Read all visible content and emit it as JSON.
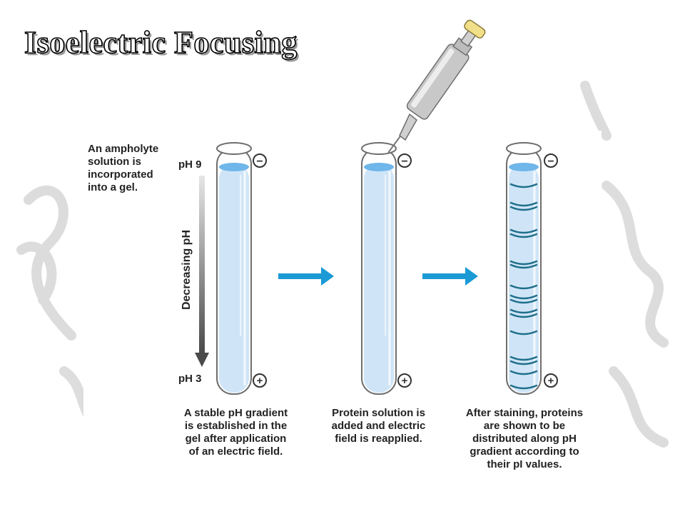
{
  "title": "Isoelectric Focusing",
  "labels": {
    "ampholyte": "An ampholyte\nsolution is\nincorporated\ninto a gel.",
    "ph_top": "pH 9",
    "ph_bottom": "pH 3",
    "decreasing": "Decreasing pH",
    "caption_1": "A stable pH gradient\nis established in the\ngel after application\nof an electric field.",
    "caption_2": "Protein solution is\nadded and electric\nfield is reapplied.",
    "caption_3": "After staining, proteins\nare shown to be\ndistributed along pH\ngradient according to\ntheir pI values."
  },
  "electrodes": {
    "negative_symbol": "−",
    "positive_symbol": "+"
  },
  "colors": {
    "gel": "#cfe5f7",
    "gel_top": "#6fb6ea",
    "band": "#1f6f8b",
    "arrow": "#1b9ad6",
    "tube_outline": "#6e6e6e",
    "backdrop": "#d8d8d8"
  }
}
